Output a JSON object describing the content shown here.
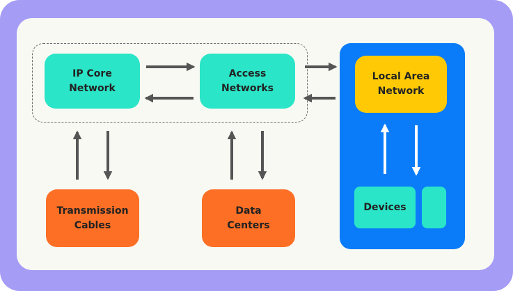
{
  "colors": {
    "frame": "#a59cf6",
    "panel": "#f9f9f3",
    "teal": "#2ae5c7",
    "orange": "#fd6f25",
    "blue": "#0a7cf9",
    "yellow": "#ffca05",
    "dark_arrow": "#555555",
    "white_arrow": "#ffffff"
  },
  "nodes": {
    "ip_core": "IP Core\nNetwork",
    "access": "Access\nNetworks",
    "lan": "Local Area\nNetwork",
    "transmission": "Transmission\nCables",
    "data_centers": "Data\nCenters",
    "devices": "Devices",
    "small_device": ""
  },
  "edges": [
    {
      "from": "ip_core",
      "to": "access"
    },
    {
      "from": "access",
      "to": "ip_core"
    },
    {
      "from": "access",
      "to": "lan"
    },
    {
      "from": "lan",
      "to": "access"
    },
    {
      "from": "transmission",
      "to": "ip_core"
    },
    {
      "from": "ip_core",
      "to": "transmission"
    },
    {
      "from": "data_centers",
      "to": "access"
    },
    {
      "from": "access",
      "to": "data_centers"
    },
    {
      "from": "devices",
      "to": "lan"
    },
    {
      "from": "lan",
      "to": "devices"
    }
  ]
}
